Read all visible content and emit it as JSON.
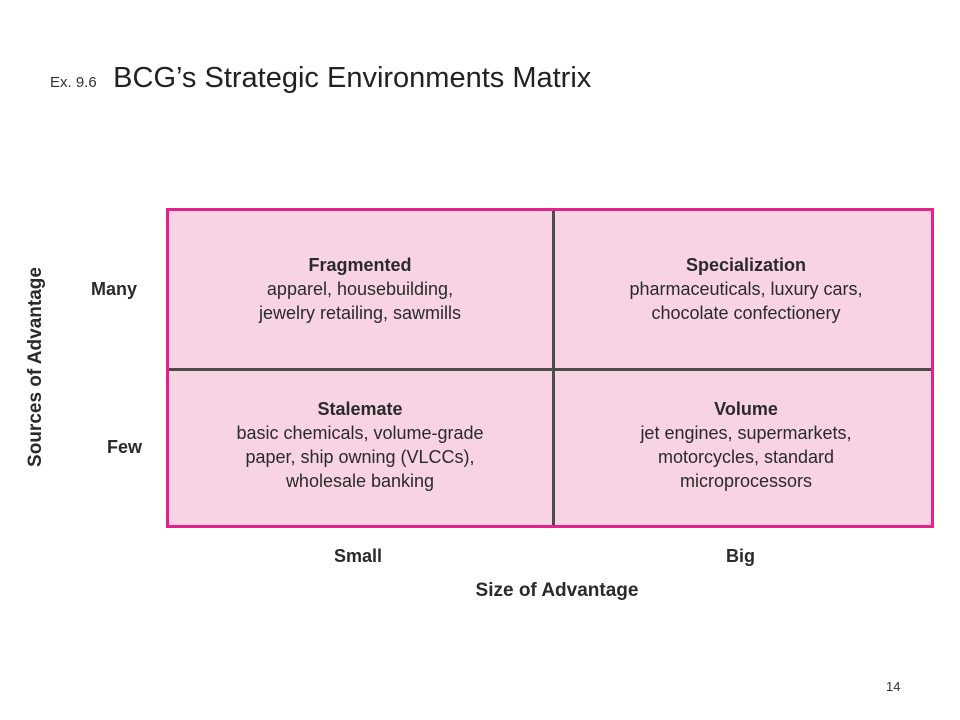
{
  "title": {
    "prefix": "Ex. 9.6",
    "text": "BCG’s Strategic Environments Matrix"
  },
  "axes": {
    "y_label": "Sources of Advantage",
    "y_ticks": [
      "Many",
      "Few"
    ],
    "x_label": "Size of Advantage",
    "x_ticks": [
      "Small",
      "Big"
    ]
  },
  "cells": [
    {
      "name": "Fragmented",
      "lines": [
        "apparel, housebuilding,",
        "jewelry retailing, sawmills"
      ]
    },
    {
      "name": "Specialization",
      "lines": [
        "pharmaceuticals, luxury cars,",
        "chocolate confectionery"
      ]
    },
    {
      "name": "Stalemate",
      "lines": [
        "basic chemicals, volume-grade",
        "paper, ship owning (VLCCs),",
        "wholesale banking"
      ]
    },
    {
      "name": "Volume",
      "lines": [
        "jet engines, supermarkets,",
        "motorcycles, standard",
        "microprocessors"
      ]
    }
  ],
  "colors": {
    "cell_fill": "#f7d3e3",
    "border": "#e0228a",
    "divider": "#4d4d4d"
  },
  "page_number": "14"
}
